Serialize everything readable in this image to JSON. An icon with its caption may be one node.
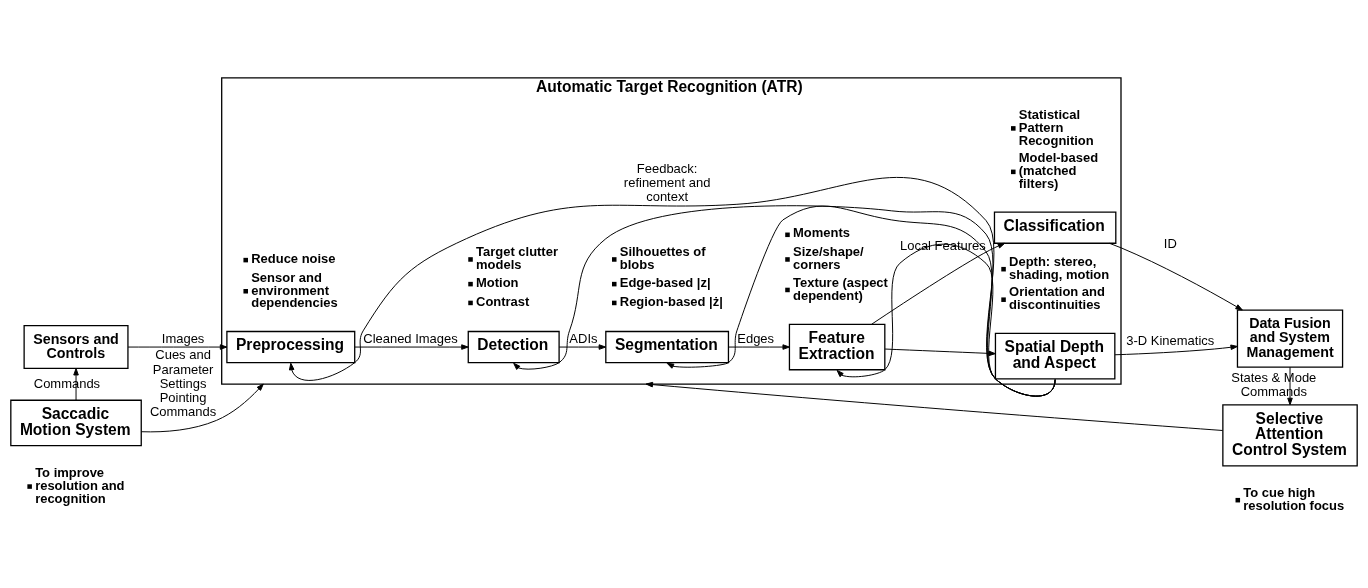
{
  "diagram": {
    "nodes": [
      {
        "text": [
          "Sensors and Controls"
        ]
      },
      {
        "text": [
          "Automatic Target Recognition (ATR)"
        ]
      },
      {
        "text": [
          "Preprocessing"
        ],
        "in": 1,
        "beside": [
          "Reduce noise",
          "Sensor and environment dependencies"
        ]
      },
      {
        "text": [
          "Detection"
        ],
        "in": 1,
        "beside": [
          "Target clutter models",
          "Motion",
          "Contrast"
        ]
      },
      {
        "text": [
          "Segmentation"
        ],
        "in": 1,
        "beside": [
          "Silhouettes of blobs",
          "Edge-based |z|",
          "Region-based |ż|"
        ]
      },
      {
        "text": [
          "Feature Extraction"
        ],
        "in": 1,
        "beside": [
          "Moments",
          "Size/shape/ corners",
          "Texture (aspect dependent)"
        ]
      },
      {
        "text": [
          "Classification"
        ],
        "in": 1,
        "beside": [
          "Statistical Pattern Recognition",
          "Model-based (matched filters)"
        ]
      },
      {
        "text": [
          "Spatial Depth and Aspect"
        ],
        "in": 1,
        "beside": [
          "Depth: stereo, shading, motion",
          "Orientation and discontinuities"
        ]
      },
      {
        "text": [
          "Data Fusion and System Management"
        ]
      },
      {
        "text": [
          "Saccadic Motion System"
        ],
        "beside": [
          "To improve resolution and recognition"
        ]
      },
      {
        "text": [
          "Selective Attention Control System"
        ],
        "beside": [
          "To cue high resolution focus"
        ]
      }
    ],
    "edges": [
      {
        "from": 0,
        "to": 2,
        "arrow": "to",
        "label": "Images"
      },
      {
        "from": 2,
        "to": 3,
        "arrow": "to",
        "label": "Cleaned Images"
      },
      {
        "from": 3,
        "to": 4,
        "arrow": "to",
        "label": "ADIs"
      },
      {
        "from": 4,
        "to": 5,
        "arrow": "to",
        "label": "Edges"
      },
      {
        "from": 5,
        "to": 6,
        "arrow": "to",
        "label": "Local Features"
      },
      {
        "from": 5,
        "to": 7,
        "arrow": "to"
      },
      {
        "from": 6,
        "to": 8,
        "arrow": "to",
        "label": "ID"
      },
      {
        "from": 7,
        "to": 8,
        "arrow": "to",
        "label": "3-D Kinematics"
      },
      {
        "from": 7,
        "to": 2,
        "arrow": "to",
        "label": "Feedback: refinement and context"
      },
      {
        "from": 7,
        "to": 3,
        "arrow": "to"
      },
      {
        "from": 7,
        "to": 4,
        "arrow": "to"
      },
      {
        "from": 7,
        "to": 5,
        "arrow": "to"
      },
      {
        "from": 9,
        "to": 0,
        "arrow": "to",
        "label": "Commands"
      },
      {
        "from": 8,
        "to": 10,
        "arrow": "to",
        "label": "States & Mode Commands"
      },
      {
        "from": 9,
        "to": 1,
        "arrow": "to",
        "label": "Cues and Parameter Settings Pointing Commands"
      },
      {
        "from": 10,
        "to": 1,
        "arrow": "to"
      }
    ]
  }
}
